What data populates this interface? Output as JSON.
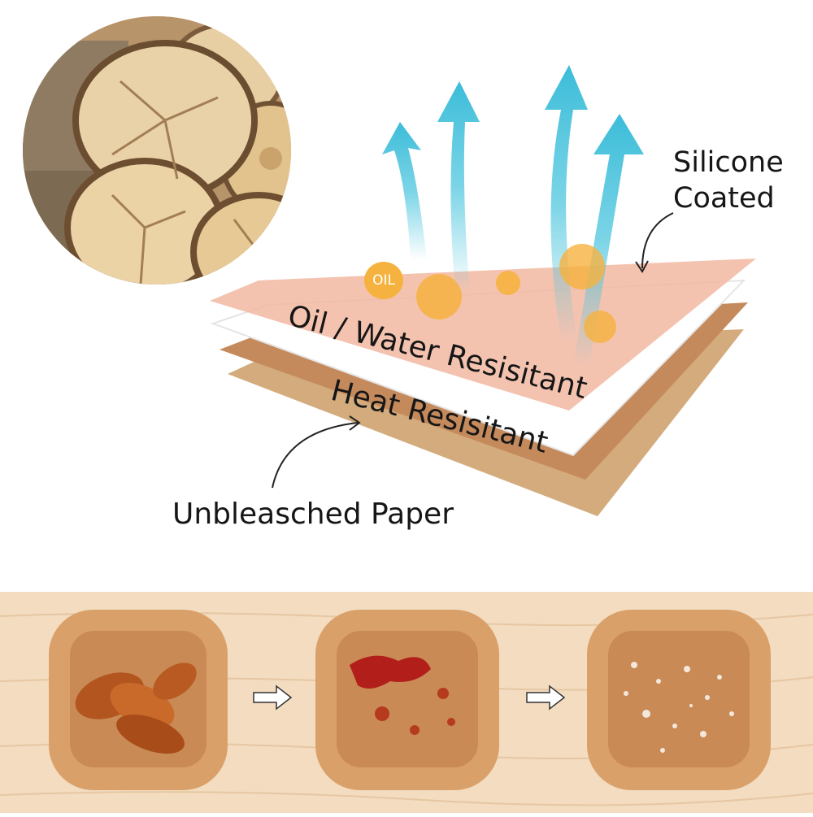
{
  "labels": {
    "silicone_line1": "Silicone",
    "silicone_line2": "Coated",
    "oil_water": "Oil / Water Resisitant",
    "heat": "Heat Resisitant",
    "unbleached": "Unbleasched Paper",
    "oil_tag": "OIL"
  },
  "colors": {
    "top_layer": "#f2b8a2",
    "kraft_layer": "#c58a5c",
    "bottom_layer": "#d8b183",
    "arrow": "#4fc6de",
    "oil_drop": "#f6b23f",
    "wood_strip": "#f3dcc0",
    "liner": "#d9a06a"
  },
  "icons": {
    "arrows": "steam-arrow-icon",
    "next": "hollow-right-arrow-icon"
  }
}
